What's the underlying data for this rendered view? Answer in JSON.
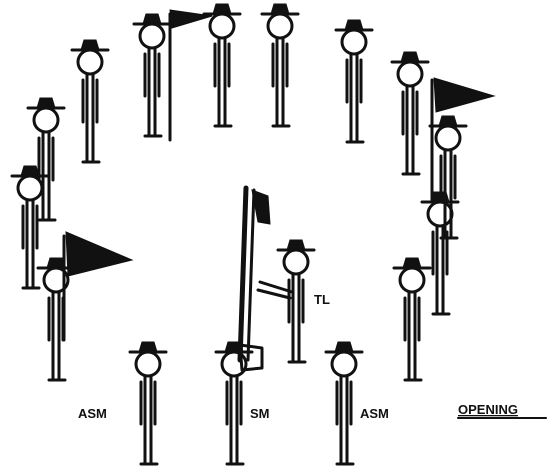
{
  "figure": {
    "labels": {
      "tl": "TL",
      "asm_left": "ASM",
      "sm": "SM",
      "asm_right": "ASM",
      "caption": "OPENING"
    },
    "circle_scouts": 16,
    "ink_color": "#111111",
    "background": "#ffffff"
  }
}
